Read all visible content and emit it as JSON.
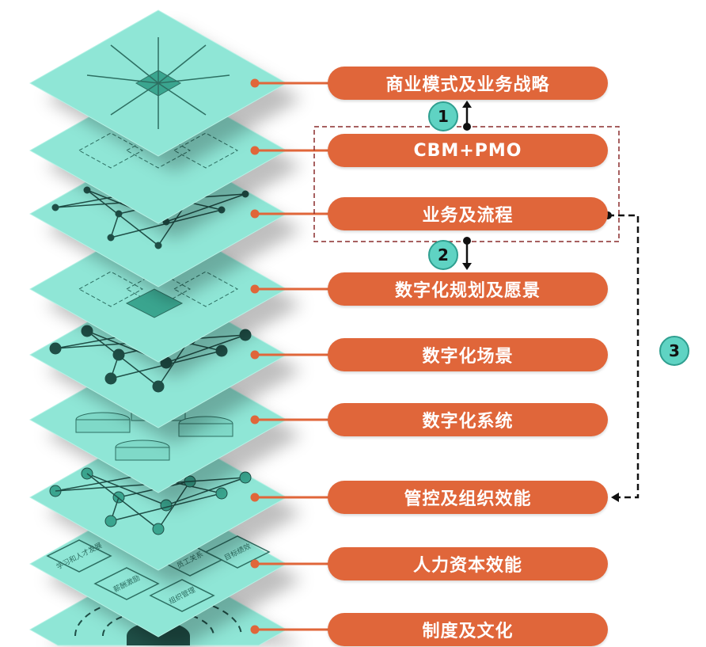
{
  "layers": [
    {
      "label": "商业模式及业务战略"
    },
    {
      "label": "CBM+PMO"
    },
    {
      "label": "业务及流程"
    },
    {
      "label": "数字化规划及愿景"
    },
    {
      "label": "数字化场景"
    },
    {
      "label": "数字化系统"
    },
    {
      "label": "管控及组织效能"
    },
    {
      "label": "人力资本效能"
    },
    {
      "label": "制度及文化"
    }
  ],
  "badges": [
    "1",
    "2",
    "3"
  ],
  "hr_layer_tiles": [
    "学习和人才发展",
    "薪酬激励",
    "组织管理",
    "员工关系",
    "目标绩效"
  ],
  "colors": {
    "pill": "#e0663a",
    "layer": "#8fe6d6",
    "layer_dark": "#2d6f62",
    "badge": "#5fd3c3"
  }
}
